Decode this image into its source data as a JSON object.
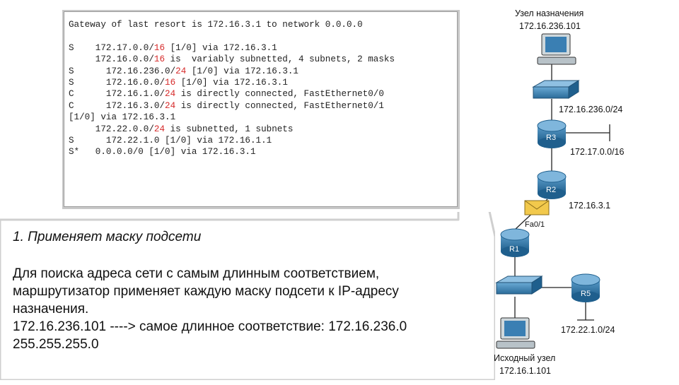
{
  "routing_table": {
    "lines": [
      [
        {
          "t": "Gateway of last resort is 172.16.3.1 to network 0.0.0.0"
        }
      ],
      [
        {
          "t": ""
        }
      ],
      [
        {
          "t": "S    172.17.0.0/"
        },
        {
          "t": "16",
          "r": true
        },
        {
          "t": " [1/0] via 172.16.3.1"
        }
      ],
      [
        {
          "t": "     172.16.0.0/"
        },
        {
          "t": "16",
          "r": true
        },
        {
          "t": " is  variably subnetted, 4 subnets, 2 masks"
        }
      ],
      [
        {
          "t": "S      172.16.236.0/"
        },
        {
          "t": "24",
          "r": true
        },
        {
          "t": " [1/0] via 172.16.3.1"
        }
      ],
      [
        {
          "t": "S      172.16.0.0/"
        },
        {
          "t": "16",
          "r": true
        },
        {
          "t": " [1/0] via 172.16.3.1"
        }
      ],
      [
        {
          "t": "C      172.16.1.0/"
        },
        {
          "t": "24",
          "r": true
        },
        {
          "t": " is directly connected, FastEthernet0/0"
        }
      ],
      [
        {
          "t": "C      172.16.3.0/"
        },
        {
          "t": "24",
          "r": true
        },
        {
          "t": " is directly connected, FastEthernet0/1"
        }
      ],
      [
        {
          "t": "[1/0] via 172.16.3.1"
        }
      ],
      [
        {
          "t": "     172.22.0.0/"
        },
        {
          "t": "24",
          "r": true
        },
        {
          "t": " is subnetted, 1 subnets"
        }
      ],
      [
        {
          "t": "S      172.22.1.0 [1/0] via 172.16.1.1"
        }
      ],
      [
        {
          "t": "S*   0.0.0.0/0 [1/0] via 172.16.3.1"
        }
      ]
    ]
  },
  "callout": {
    "heading": "1. Применяет маску подсети",
    "body_lines": [
      "Для поиска адреса сети с самым длинным соответствием,",
      "маршрутизатор применяет каждую маску подсети к IP-адресу",
      "назначения.",
      "172.16.236.101 ----> самое длинное соответствие: 172.16.236.0",
      "255.255.255.0"
    ]
  },
  "topology": {
    "destination_title": "Узел назначения",
    "destination_ip": "172.16.236.101",
    "net_r3_switch": "172.16.236.0/24",
    "net_r3_stub": "172.17.0.0/16",
    "net_r1_r2": "172.16.3.1",
    "r1_interface": "Fa0/1",
    "net_r5_stub": "172.22.1.0/24",
    "source_title": "Исходный узел",
    "source_ip": "172.16.1.101",
    "router_names": {
      "r1": "R1",
      "r2": "R2",
      "r3": "R3",
      "r5": "R5"
    }
  },
  "colors": {
    "router": "#2a6f9c",
    "switch": "#3f7fad",
    "highlight": "#d62b2b",
    "envelope": "#f2c94c"
  }
}
